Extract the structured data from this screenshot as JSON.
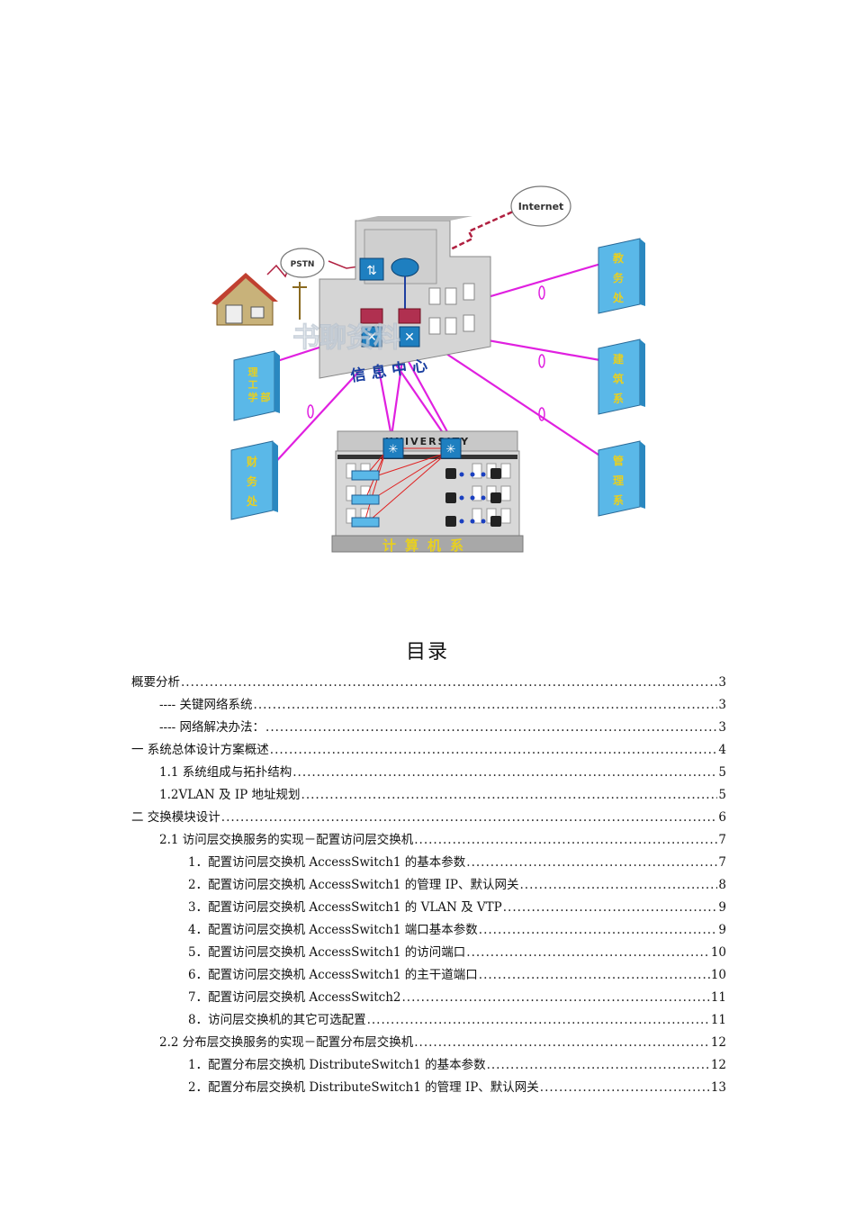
{
  "diagram": {
    "cloud_internet": "Internet",
    "cloud_pstn": "PSTN",
    "center_label": "信息中心",
    "univ_sign": "UNIVERSITY",
    "cs_label": "计算机系",
    "watermark": "书聊资料",
    "bld_left1": [
      "理",
      "工",
      "学",
      "部"
    ],
    "bld_left2": [
      "财",
      "务",
      "处"
    ],
    "bld_r1": [
      "教",
      "务",
      "处"
    ],
    "bld_r2": [
      "建",
      "筑",
      "系"
    ],
    "bld_r3": [
      "管",
      "理",
      "系"
    ],
    "colors": {
      "link": "#e020e0",
      "building": "#5ab8e8",
      "wan": "#b02040"
    }
  },
  "toc": {
    "title": "目录",
    "entries": [
      {
        "text": "概要分析",
        "page": "3"
      },
      {
        "text": "---- 关键网络系统",
        "page": "3"
      },
      {
        "text": "---- 网络解决办法：",
        "page": "3"
      },
      {
        "text": "一 系统总体设计方案概述",
        "page": "4"
      },
      {
        "text": "1.1 系统组成与拓扑结构",
        "page": "5"
      },
      {
        "text": "1.2VLAN 及 IP 地址规划",
        "page": "5"
      },
      {
        "text": "二 交换模块设计",
        "page": "6"
      },
      {
        "text": "2.1 访问层交换服务的实现－配置访问层交换机",
        "page": "7"
      },
      {
        "text": "1．配置访问层交换机 AccessSwitch1 的基本参数",
        "page": "7"
      },
      {
        "text": "2．配置访问层交换机 AccessSwitch1 的管理 IP、默认网关",
        "page": "8"
      },
      {
        "text": "3．配置访问层交换机 AccessSwitch1 的 VLAN 及 VTP",
        "page": "9"
      },
      {
        "text": "4．配置访问层交换机 AccessSwitch1 端口基本参数",
        "page": "9"
      },
      {
        "text": "5．配置访问层交换机 AccessSwitch1 的访问端口",
        "page": "10"
      },
      {
        "text": "6．配置访问层交换机 AccessSwitch1 的主干道端口",
        "page": "10"
      },
      {
        "text": "7．配置访问层交换机 AccessSwitch2",
        "page": "11"
      },
      {
        "text": "8．访问层交换机的其它可选配置",
        "page": "11"
      },
      {
        "text": "2.2 分布层交换服务的实现－配置分布层交换机",
        "page": "12"
      },
      {
        "text": "1．配置分布层交换机 DistributeSwitch1 的基本参数",
        "page": "12"
      },
      {
        "text": "2．配置分布层交换机 DistributeSwitch1 的管理 IP、默认网关",
        "page": "13"
      }
    ]
  }
}
